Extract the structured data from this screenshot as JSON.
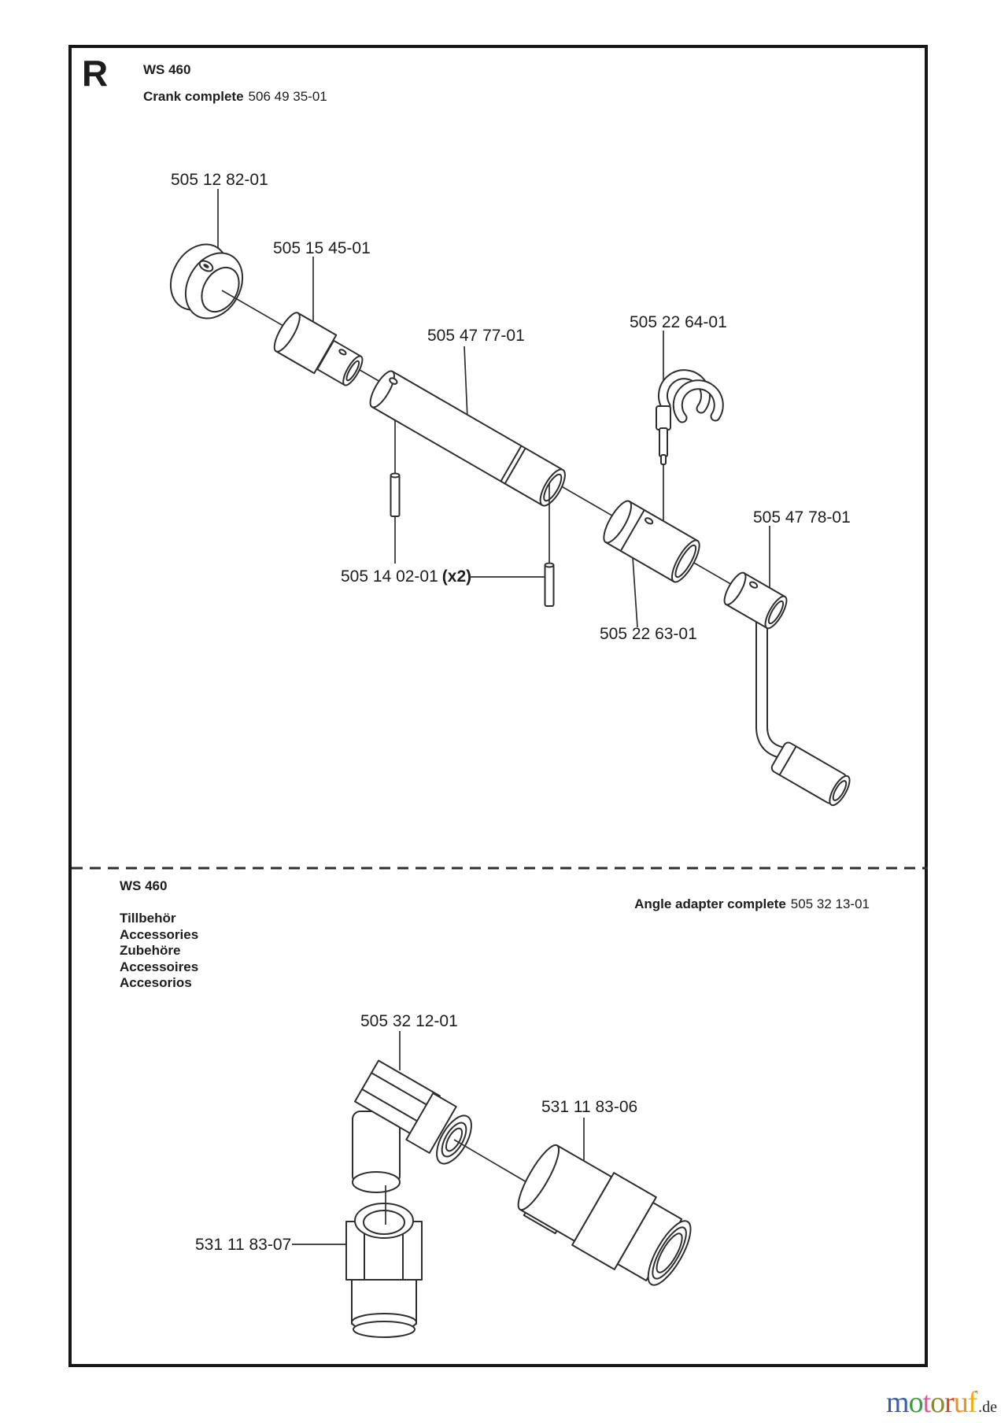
{
  "page": {
    "section_letter": "R"
  },
  "crank_section": {
    "model": "WS 460",
    "title": "Crank complete",
    "title_part_number": "506 49 35-01",
    "part_labels": {
      "collar": "505 12 82-01",
      "bushing": "505 15 45-01",
      "tube": "505 47 77-01",
      "clip": "505 22 64-01",
      "pin": "505 14 02-01",
      "pin_qty": "(x2)",
      "coupler": "505 22 63-01",
      "crank_handle": "505 47 78-01"
    }
  },
  "accessories_section": {
    "model": "WS 460",
    "title": "Angle adapter complete",
    "title_part_number": "505 32 13-01",
    "languages": [
      "Tillbehör",
      "Accessories",
      "Zubehöre",
      "Accessoires",
      "Accesorios"
    ],
    "part_labels": {
      "angle_adapter": "505 32 12-01",
      "coupling": "531 11 83-06",
      "nipple": "531 11 83-07"
    }
  },
  "footer": {
    "logo_letters": [
      {
        "ch": "m",
        "color": "#3a5dae"
      },
      {
        "ch": "o",
        "color": "#379f3b"
      },
      {
        "ch": "t",
        "color": "#e0569e"
      },
      {
        "ch": "o",
        "color": "#8a8d2f"
      },
      {
        "ch": "r",
        "color": "#d94b1f"
      },
      {
        "ch": "u",
        "color": "#e89227"
      },
      {
        "ch": "f",
        "color": "#efae1c"
      }
    ],
    "logo_tick": "´",
    "logo_tick_color": "#2aa08c",
    "logo_suffix": ".de",
    "logo_suffix_color": "#2b2b2b"
  }
}
